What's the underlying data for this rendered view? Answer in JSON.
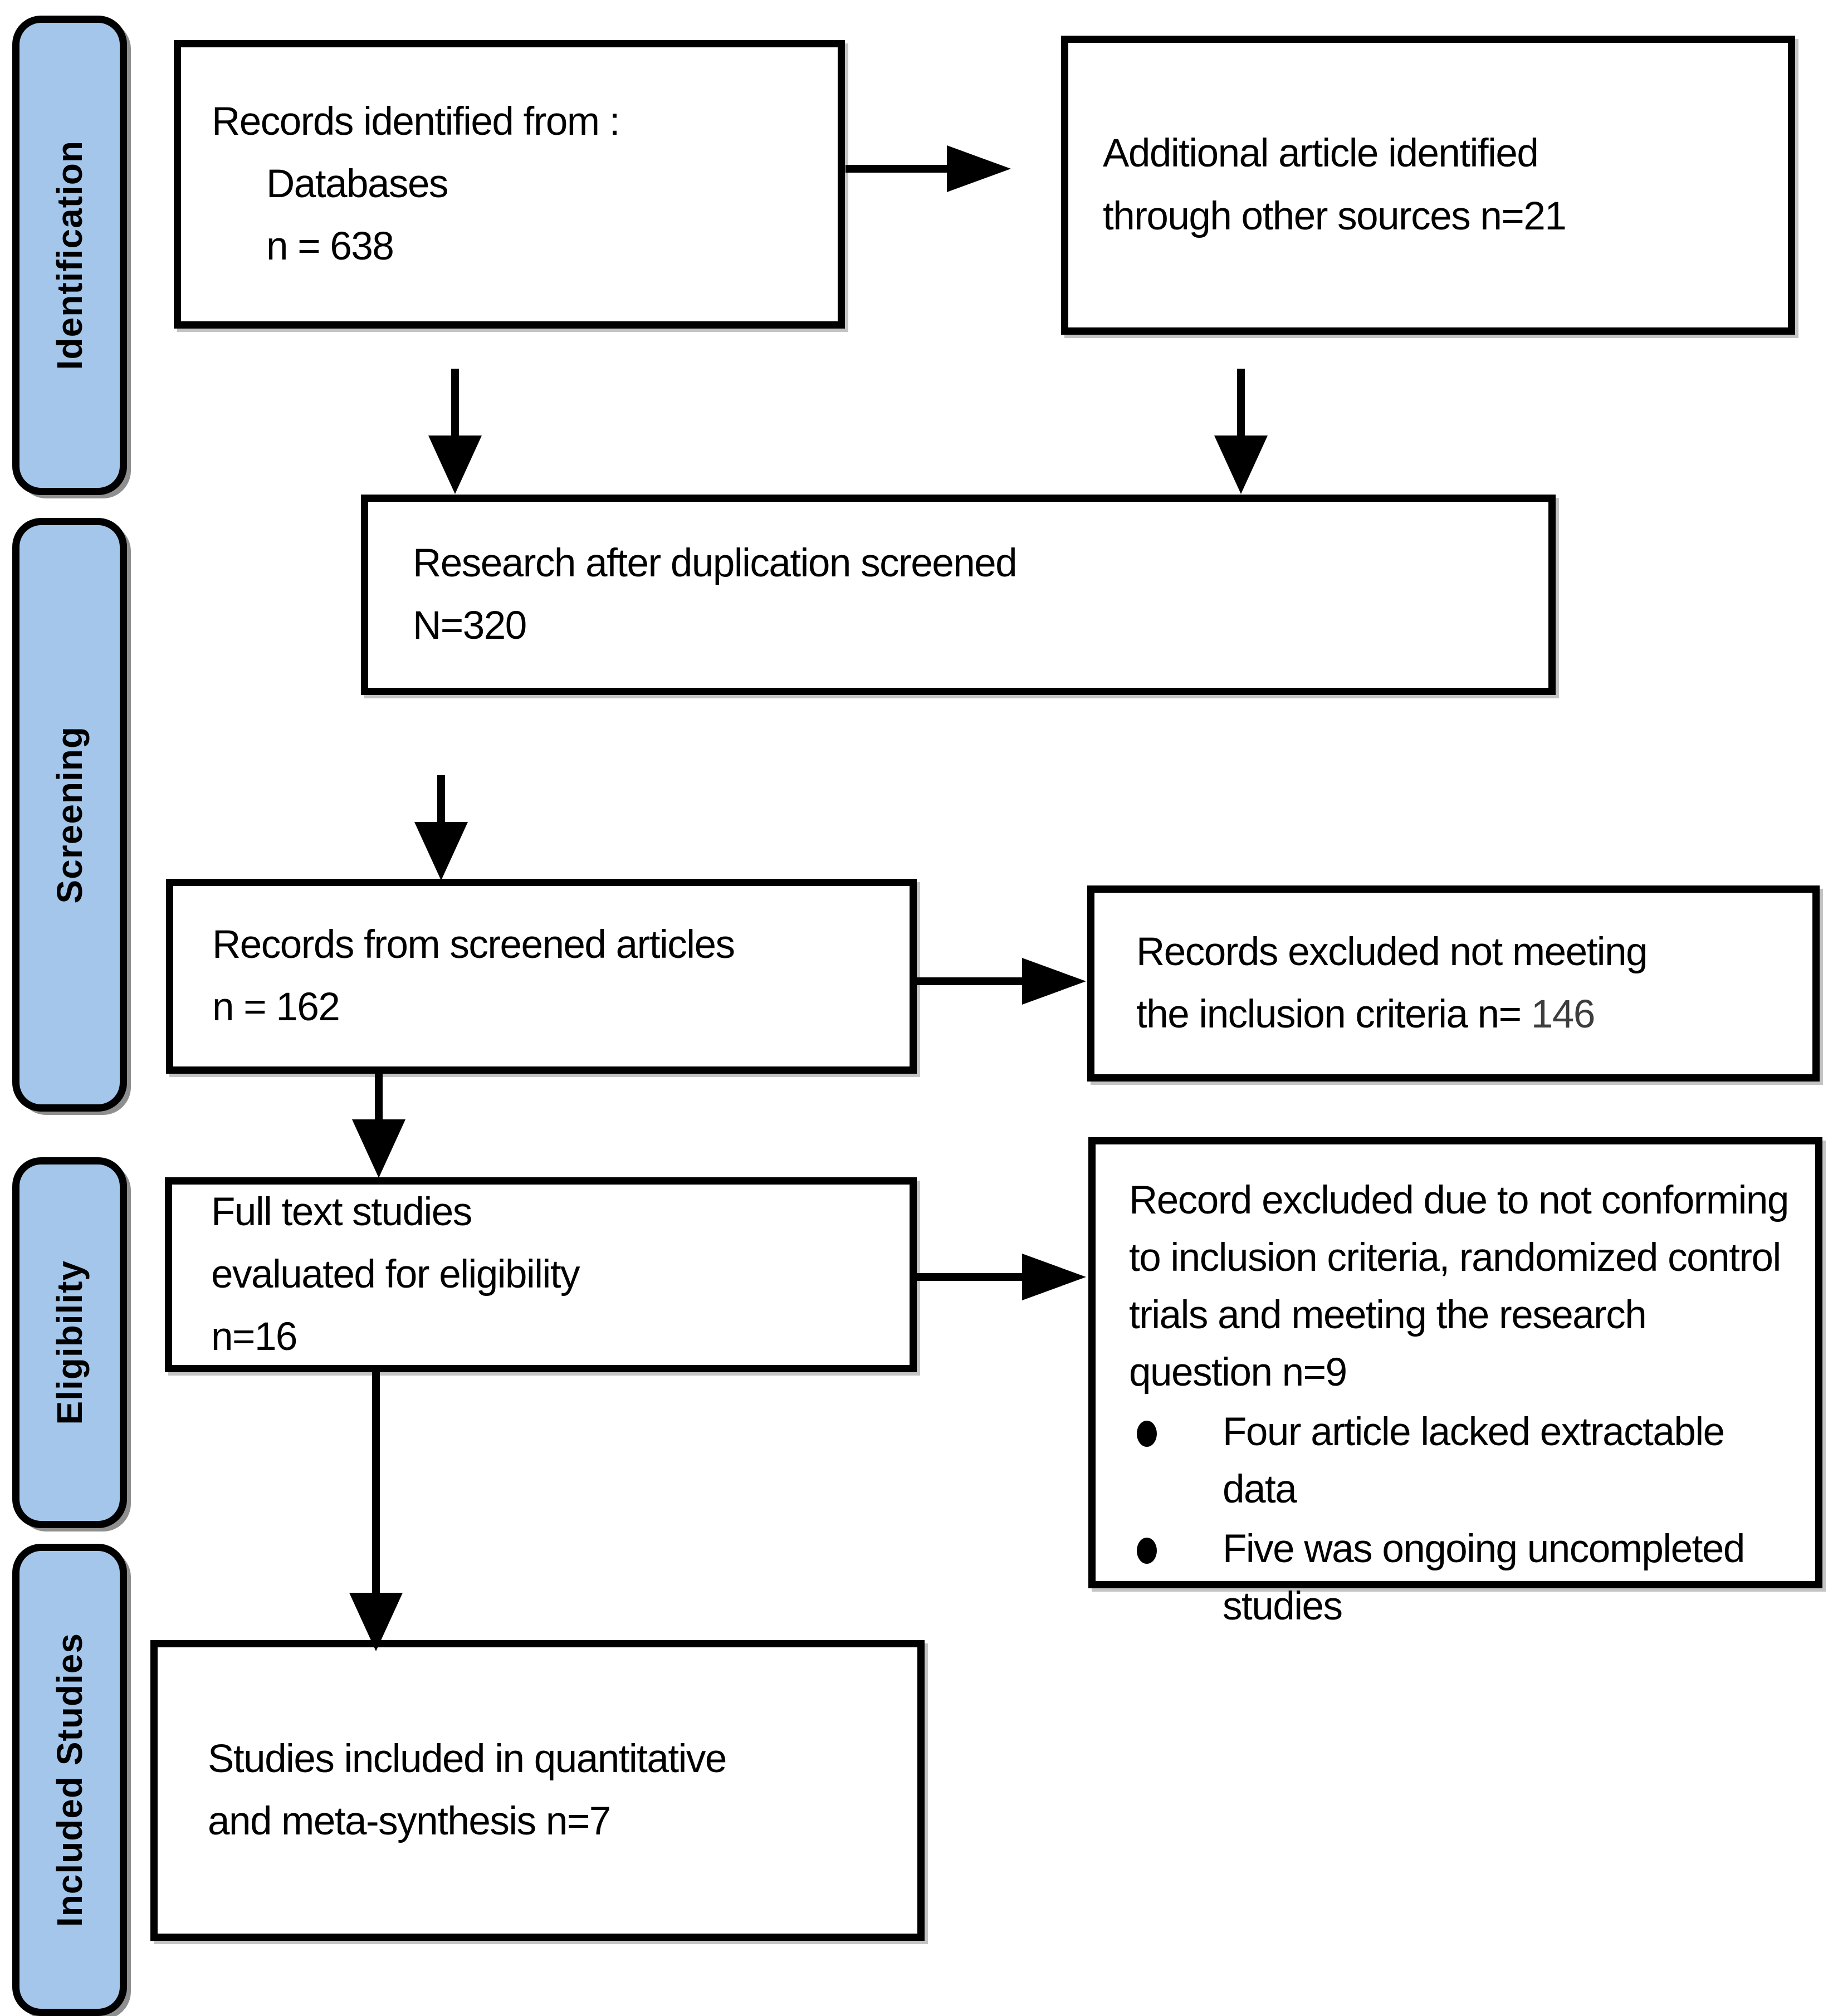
{
  "stages": [
    {
      "label": "Identification"
    },
    {
      "label": "Screening"
    },
    {
      "label": "Eligibility"
    },
    {
      "label": "Included Studies"
    }
  ],
  "boxes": {
    "records_identified": {
      "line1": "Records identified from :",
      "line2": "Databases",
      "line3": "n = 638"
    },
    "additional": {
      "line1": "Additional article identified",
      "line2": "through other sources n=21"
    },
    "deduplicated": {
      "line1": "Research after duplication screened",
      "line2": "N=320"
    },
    "screened": {
      "line1": "Records from screened articles",
      "line2": "n = 162"
    },
    "excluded_screening": {
      "line1": "Records excluded not meeting",
      "line2": "the inclusion criteria n=",
      "count": "146"
    },
    "fulltext": {
      "line1": "Full text studies",
      "line2": "evaluated for eligibility",
      "line3": "n=16"
    },
    "excluded_fulltext": {
      "text": "Record excluded due to not conforming to inclusion criteria, randomized control trials and meeting the research question n=9",
      "bullet1": "Four article lacked extractable data",
      "bullet2": "Five was ongoing uncompleted studies"
    },
    "included_studies": {
      "line1": "Studies included in quantitative",
      "line2": "and meta-synthesis n=7"
    }
  },
  "colors": {
    "stage_fill": "#A3C6EA",
    "stage_border": "#000000",
    "box_border": "#000000",
    "arrow": "#000000",
    "background": "#FFFFFF"
  }
}
